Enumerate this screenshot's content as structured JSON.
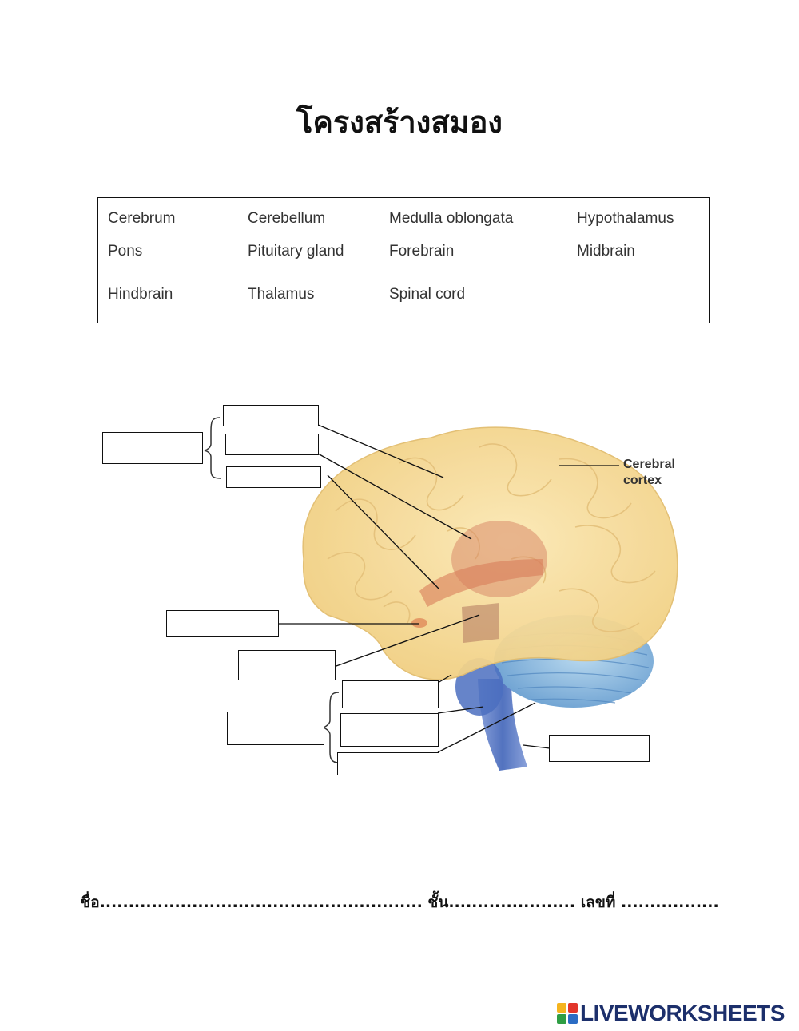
{
  "title": "โครงสร้างสมอง",
  "word_bank": {
    "words": [
      "Cerebrum",
      "Cerebellum",
      "Medulla oblongata",
      "Hypothalamus",
      "Pons",
      "Pituitary gland",
      "Forebrain",
      "Midbrain",
      "Hindbrain",
      "Thalamus",
      "Spinal cord"
    ]
  },
  "diagram": {
    "cerebral_cortex_label": [
      "Cerebral",
      "cortex"
    ],
    "answer_boxes": [
      "",
      "",
      "",
      "",
      "",
      "",
      "",
      "",
      "",
      "",
      ""
    ]
  },
  "footer": {
    "line": "ชื่อ........................................................ ชั้น...................... เลขที่ ................."
  },
  "brand": {
    "name": "LIVEWORKSHEETS"
  },
  "colors": {
    "brain": "#f6dc96",
    "brainstem": "#4a6fc0",
    "cerebellum": "#8fbfe0",
    "thalamus": "#d98a6a",
    "brand": "#1c2f6b"
  }
}
